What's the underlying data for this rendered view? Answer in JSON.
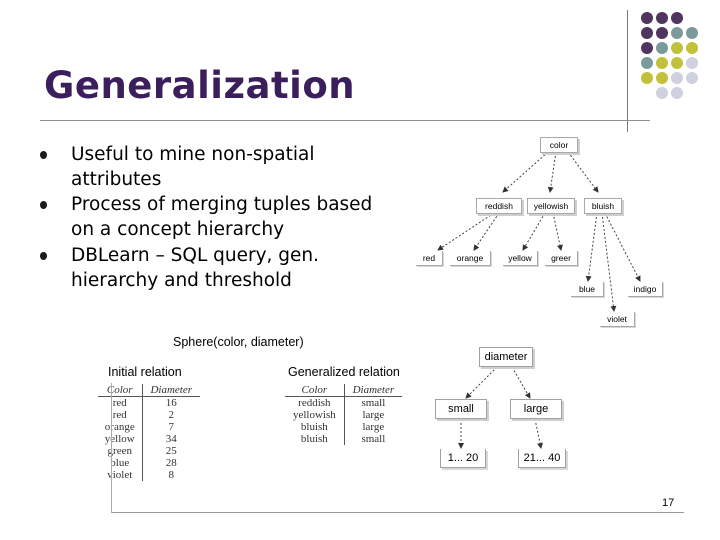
{
  "slide": {
    "title": "Generalization",
    "page_number": "17",
    "accent_colors": {
      "title": "#3b1f5c",
      "dot_purple": "#4f3560",
      "dot_teal": "#7a9a9c",
      "dot_olive": "#c2c23a",
      "dot_lavender": "#cfd0e0"
    }
  },
  "bullets": [
    {
      "text": "Useful to mine non-spatial attributes"
    },
    {
      "text": "Process of merging tuples based on a concept hierarchy"
    },
    {
      "text": "DBLearn – SQL query, gen. hierarchy and threshold"
    }
  ],
  "hierarchy": {
    "root": "color",
    "level1": [
      "reddish",
      "yellowish",
      "bluish"
    ],
    "leaves": [
      "red",
      "orange",
      "yellow",
      "greer",
      "blue",
      "indigo",
      "violet"
    ]
  },
  "schema_label": "Sphere(color, diameter)",
  "initial_relation": {
    "caption": "Initial relation",
    "headers": [
      "Color",
      "Diameter"
    ],
    "rows": [
      [
        "red",
        "16"
      ],
      [
        "red",
        "2"
      ],
      [
        "orange",
        "7"
      ],
      [
        "yellow",
        "34"
      ],
      [
        "green",
        "25"
      ],
      [
        "blue",
        "28"
      ],
      [
        "violet",
        "8"
      ]
    ]
  },
  "generalized_relation": {
    "caption": "Generalized relation",
    "headers": [
      "Color",
      "Diameter"
    ],
    "rows": [
      [
        "reddish",
        "small"
      ],
      [
        "yellowish",
        "large"
      ],
      [
        "bluish",
        "large"
      ],
      [
        "bluish",
        "small"
      ]
    ]
  },
  "diameter_hierarchy": {
    "root": "diameter",
    "level1": [
      "small",
      "large"
    ],
    "leaves": [
      "1... 20",
      "21... 40"
    ]
  }
}
